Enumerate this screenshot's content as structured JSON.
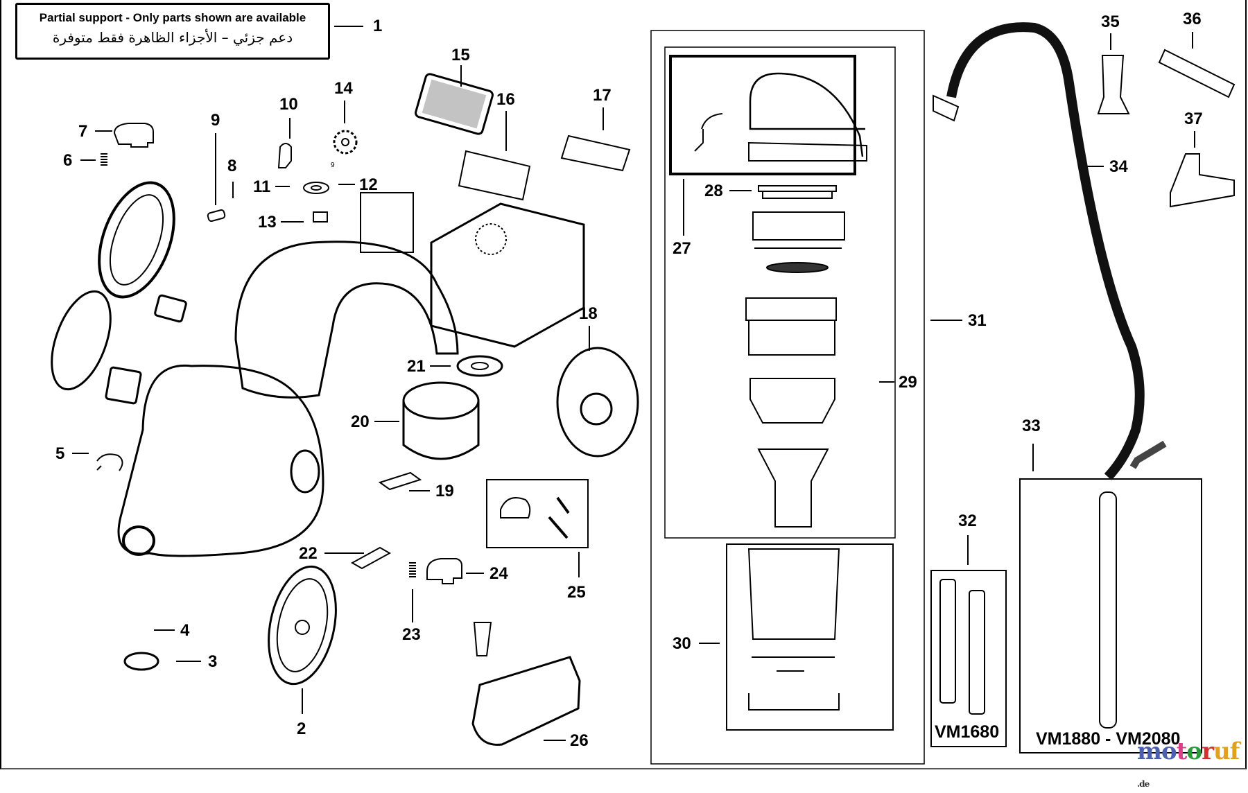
{
  "notice": {
    "english": "Partial support - Only parts shown are available",
    "arabic": "دعم جزئي – الأجزاء الظاهرة فقط متوفرة"
  },
  "callouts": [
    "1",
    "2",
    "3",
    "4",
    "5",
    "6",
    "7",
    "8",
    "9",
    "10",
    "11",
    "12",
    "13",
    "14",
    "15",
    "16",
    "17",
    "18",
    "19",
    "20",
    "21",
    "22",
    "23",
    "24",
    "25",
    "26",
    "27",
    "28",
    "29",
    "30",
    "31",
    "32",
    "33",
    "34",
    "35",
    "36",
    "37"
  ],
  "stray_mark": "9",
  "models": {
    "short_tube": "VM1680",
    "telescopic_tube": "VM1880 - VM2080"
  },
  "watermark": {
    "letters": [
      "m",
      "o",
      "t",
      "o",
      "r",
      "u",
      "f"
    ],
    "colors": [
      "#4a5fb0",
      "#4a5fb0",
      "#d8408a",
      "#2a9a3a",
      "#d03030",
      "#e0a020",
      "#e0a020"
    ],
    "suffix": ".de"
  }
}
